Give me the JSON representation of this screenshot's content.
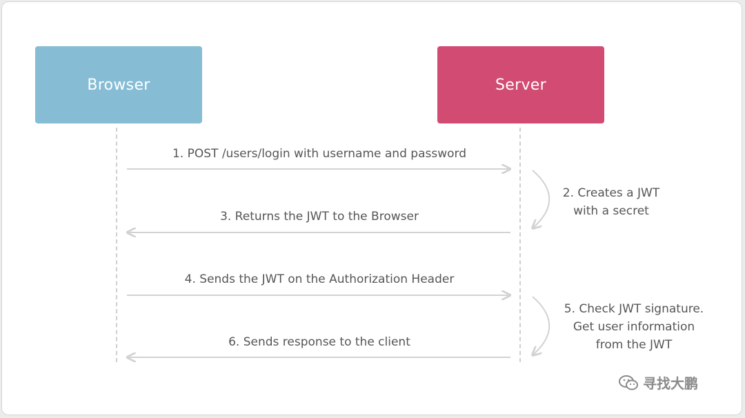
{
  "actors": {
    "browser": {
      "label": "Browser",
      "color": "#86bdd5"
    },
    "server": {
      "label": "Server",
      "color": "#d24b73"
    }
  },
  "messages": [
    {
      "step": "1. POST /users/login with username and password",
      "direction": "to-server"
    },
    {
      "step": "3. Returns the JWT to the Browser",
      "direction": "to-browser"
    },
    {
      "step": "4. Sends the JWT on the Authorization Header",
      "direction": "to-server"
    },
    {
      "step": "6. Sends response to the client",
      "direction": "to-browser"
    }
  ],
  "notes": [
    {
      "lines": [
        "2. Creates a JWT",
        "with a secret"
      ]
    },
    {
      "lines": [
        "5. Check JWT signature.",
        "Get user information",
        "from the JWT"
      ]
    }
  ],
  "watermark": {
    "text": "寻找大鹏",
    "icon": "wechat-icon"
  },
  "colors": {
    "arrow": "#d2d2d2",
    "text": "#555555",
    "lifeline": "#cfcfcf"
  }
}
